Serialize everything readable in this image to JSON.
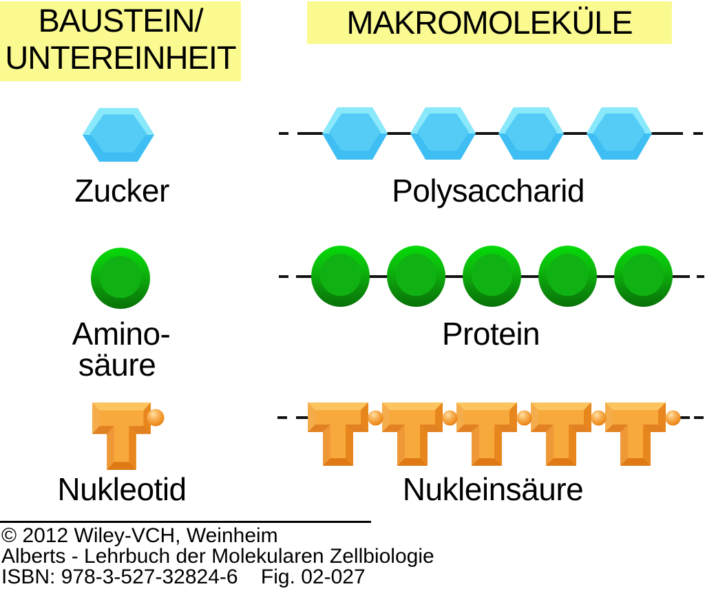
{
  "figure": {
    "headers": {
      "building_block": {
        "line1": "BAUSTEIN/",
        "line2": "UNTEREINHEIT"
      },
      "macromolecules": {
        "label": "MAKROMOLEKÜLE"
      }
    },
    "rows": [
      {
        "unit_label": "Zucker",
        "unit_icon": "sugar-hexagon-icon",
        "polymer_label": "Polysaccharid",
        "polymer_unit_count": 4,
        "unit_color": "#54CCF5"
      },
      {
        "unit_label_line1": "Amino-",
        "unit_label_line2": "säure",
        "unit_icon": "amino-acid-circle-icon",
        "polymer_label": "Protein",
        "polymer_unit_count": 5,
        "unit_color": "#10B113"
      },
      {
        "unit_label": "Nukleotid",
        "unit_icon": "nucleotide-t-icon",
        "polymer_label": "Nukleinsäure",
        "polymer_unit_count": 5,
        "bead_count": 5,
        "unit_color": "#F6A238"
      }
    ],
    "footer": {
      "copyright": "© 2012 Wiley-VCH, Weinheim",
      "source": "Alberts - Lehrbuch der Molekularen Zellbiologie",
      "isbn_fig": "ISBN: 978-3-527-32824-6    Fig. 02-027"
    },
    "colors": {
      "highlight_yellow": "#FAFA91",
      "text_black": "#000000",
      "chain_line": "#111111",
      "sugar_blue": "#54CCF5",
      "amino_green": "#10B113",
      "nucleotide_orange": "#F6A238"
    }
  }
}
